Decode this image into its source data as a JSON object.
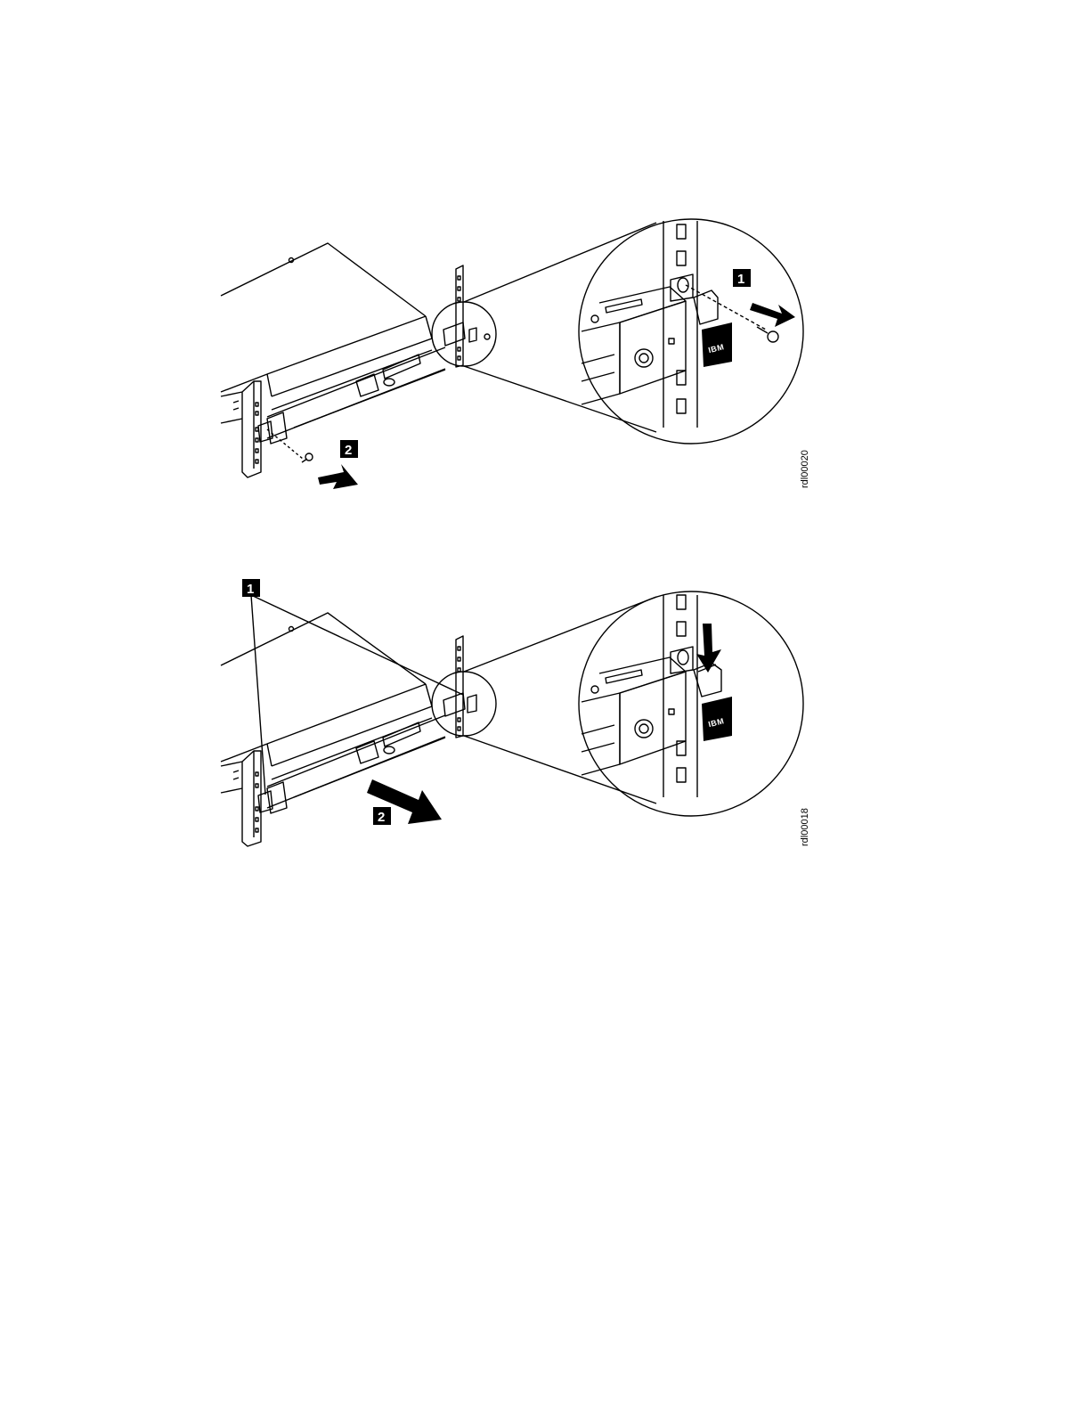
{
  "figures": [
    {
      "callouts": [
        "1",
        "2"
      ],
      "figure_id": "rdl00020",
      "logo": "IBM"
    },
    {
      "callouts": [
        "1",
        "2"
      ],
      "figure_id": "rdl00018",
      "logo": "IBM"
    }
  ]
}
